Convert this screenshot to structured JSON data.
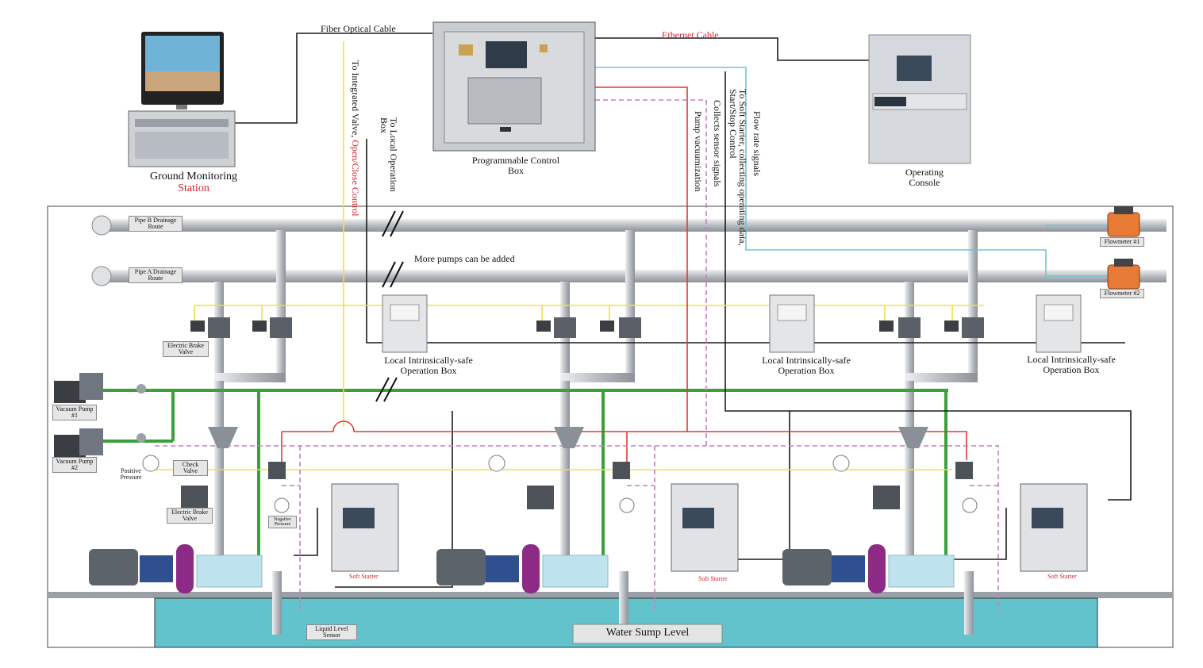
{
  "labels": {
    "fiber_cable": "Fiber Optical Cable",
    "ethernet_cable": "Ethernet Cable",
    "ground_station_line1": "Ground Monitoring",
    "ground_station_line2": "Station",
    "plc_line1": "Programmable Control",
    "plc_line2": "Box",
    "console_line1": "Operating",
    "console_line2": "Console",
    "pipe_b": "Pipe B Drainage Route",
    "pipe_a": "Pipe A Drainage Route",
    "more_pumps": "More pumps can be added",
    "flowmeter_1": "Flowmeter #1",
    "flowmeter_2": "Flowmeter #2",
    "vacuum_pump_1": "Vacuum Pump #1",
    "vacuum_pump_2": "Vacuum Pump #2",
    "positive_pressure": "Positive Pressure",
    "check_valve": "Check Valve",
    "electric_brake_valve": "Electric Brake Valve",
    "negative_pressure": "Negative Pressure",
    "local_box": "Local Intrinsically-safe Operation Box",
    "soft_starter": "Soft Starter",
    "liquid_level_sensor": "Liquid Level Sensor",
    "water_sump_level": "Water Sump Level"
  },
  "vertical_labels": {
    "to_integrated_valve_black": "To Integrated Valve, ",
    "to_integrated_valve_red": "Open/Close Control",
    "to_local_box": "To Local Operation Box",
    "pump_vacuum": "Pump vacuumization",
    "collects_sensor": "Collects sensor signals",
    "to_soft_starter": "To Soft Starter, collecting operating data, Start/Stop Control",
    "flow_rate": "Flow rate signals"
  },
  "colors": {
    "control_line": "#1a1a1a",
    "valve_signal": "#f1e23c",
    "soft_starter_line": "#e23a33",
    "vacuum_line": "#c77dc6",
    "flow_signal": "#6ec6d8",
    "vacuum_pipe": "#3aa13a",
    "pipe": "#c3c7cc",
    "water": "#63c3cc",
    "label_red": "#d2232a"
  }
}
